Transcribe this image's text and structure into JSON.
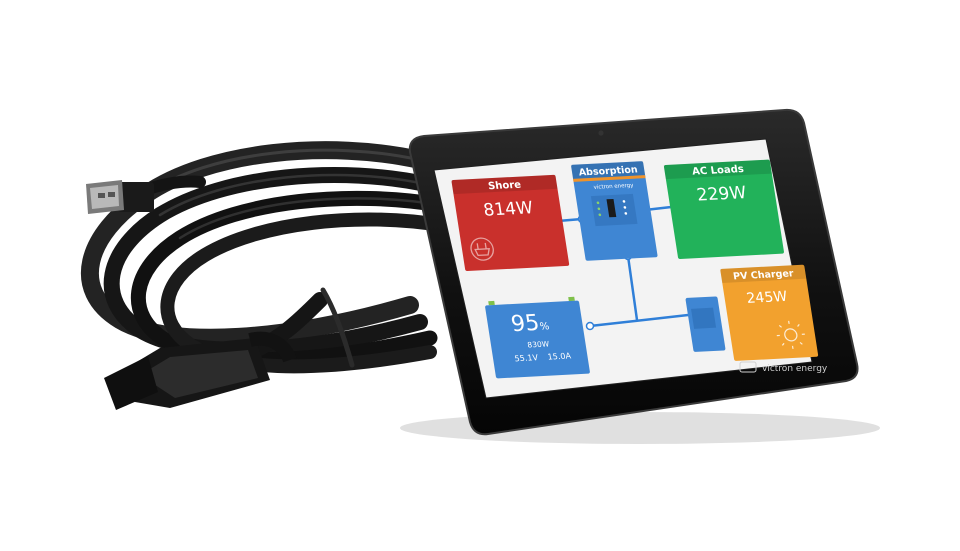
{
  "screen": {
    "shore": {
      "title": "Shore",
      "value": "814W",
      "color": "#c9302c"
    },
    "inverter": {
      "title": "Absorption",
      "brand": "victron energy",
      "color": "#3f86d3"
    },
    "ac_loads": {
      "title": "AC Loads",
      "value": "229W",
      "color": "#22b25a"
    },
    "pv_charger": {
      "title": "PV Charger",
      "value": "245W",
      "color": "#f2a12e"
    },
    "battery": {
      "soc_value": "95",
      "soc_unit": "%",
      "power": "830W",
      "voltage": "55.1V",
      "current": "15.0A",
      "color": "#3f86d3"
    },
    "connection_color": "#2f7fd8"
  },
  "device": {
    "brand_label": "victron energy",
    "bezel_color": "#121212"
  },
  "icons": {
    "shore": "plug-icon",
    "pv": "sun-icon",
    "inverter": "inverter-icon"
  }
}
